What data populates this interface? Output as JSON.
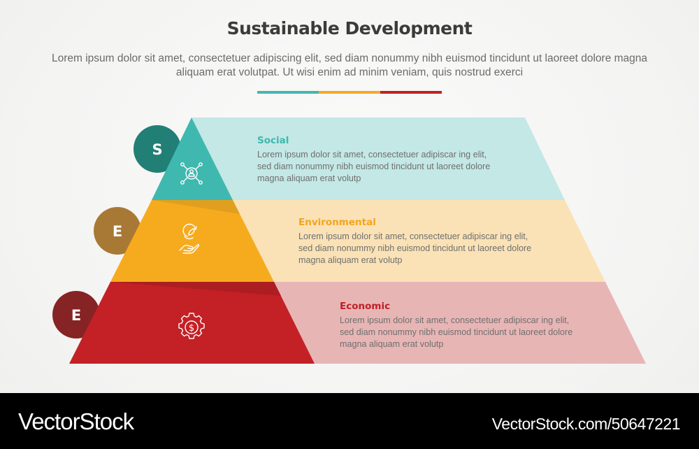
{
  "header": {
    "title": "Sustainable Development",
    "subtitle": "Lorem ipsum dolor sit amet, consectetuer adipiscing elit, sed diam nonummy nibh euismod tincidunt ut laoreet dolore magna aliquam erat volutpat. Ut wisi enim ad minim veniam, quis nostrud exerci",
    "divider_colors": [
      "#43b8b1",
      "#f4aa26",
      "#c42125"
    ]
  },
  "pyramid": {
    "levels": [
      {
        "letter": "S",
        "title": "Social",
        "body": "Lorem ipsum dolor sit amet, consectetuer adipiscar ing elit, sed diam nonummy nibh euismod tincidunt ut laoreet dolore magna aliquam erat volutp",
        "icon": "network-person-icon",
        "color": "#3fb8af",
        "light_color": "#c3e8e5",
        "badge_color": "#217f76",
        "title_color": "#3cb8ad"
      },
      {
        "letter": "E",
        "title": "Environmental",
        "body": "Lorem ipsum dolor sit amet, consectetuer adipiscar ing elit, sed diam nonummy nibh euismod tincidunt ut laoreet dolore magna aliquam erat volutp",
        "icon": "hand-leaf-recycle-icon",
        "color": "#f6ab1e",
        "light_color": "#fae2b6",
        "badge_color": "#a87934",
        "title_color": "#f4a41c"
      },
      {
        "letter": "E",
        "title": "Economic",
        "body": "Lorem ipsum dolor sit amet, consectetuer adipiscar ing elit, sed diam nonummy nibh euismod tincidunt ut laoreet dolore magna aliquam erat volutp",
        "icon": "gear-dollar-icon",
        "color": "#c32126",
        "light_color": "#e8b5b5",
        "badge_color": "#862325",
        "title_color": "#c01f25"
      }
    ]
  },
  "footer": {
    "brand": "VectorStock",
    "image_id": "VectorStock.com/50647221"
  }
}
